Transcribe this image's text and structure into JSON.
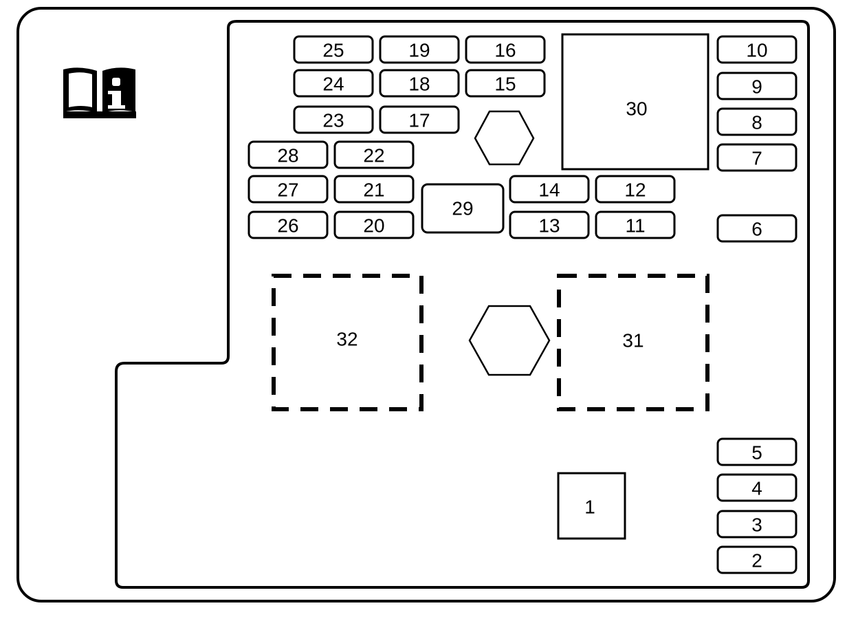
{
  "diagram": {
    "colors": {
      "stroke": "#000000",
      "background": "#ffffff"
    },
    "manual_icon": "owner-manual-info-icon",
    "fuses": {
      "f25": "25",
      "f19": "19",
      "f16": "16",
      "f24": "24",
      "f18": "18",
      "f15": "15",
      "f23": "23",
      "f17": "17",
      "f28": "28",
      "f22": "22",
      "f27": "27",
      "f21": "21",
      "f26": "26",
      "f20": "20",
      "f14": "14",
      "f12": "12",
      "f13": "13",
      "f11": "11",
      "f10": "10",
      "f9": "9",
      "f8": "8",
      "f7": "7",
      "f6": "6",
      "f5": "5",
      "f4": "4",
      "f3": "3",
      "f2": "2"
    },
    "relays": {
      "r29": "29",
      "r30": "30",
      "r1": "1"
    },
    "dashed_blocks": {
      "b32": "32",
      "b31": "31"
    },
    "mounting_nut_icon": "hex-nut-icon"
  }
}
